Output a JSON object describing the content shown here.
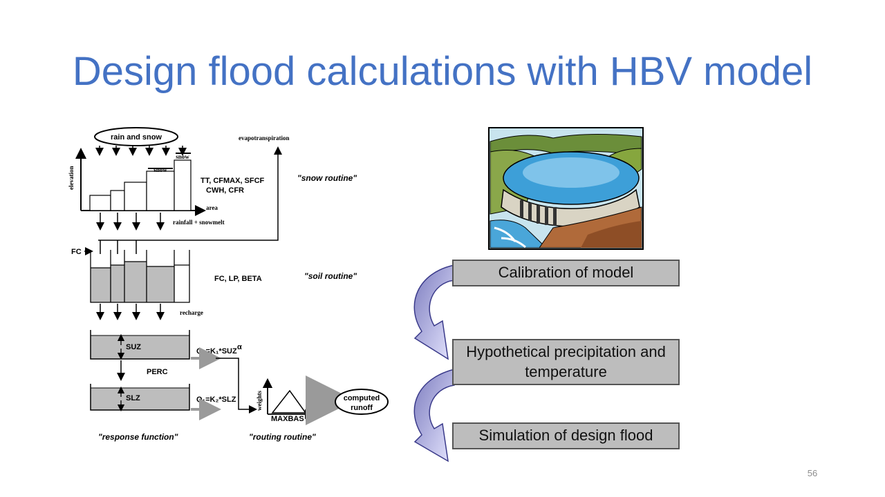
{
  "slide": {
    "title": "Design flood calculations with HBV model",
    "page_number": "56"
  },
  "hbv_diagram": {
    "input_label": "rain and snow",
    "evapotranspiration": "evapotranspiration",
    "snow_label_1": "snow",
    "snow_label_2": "snow",
    "elevation_axis": "elevation",
    "area_axis": "area",
    "snow_params_line1": "TT, CFMAX, SFCF",
    "snow_params_line2": "CWH, CFR",
    "snow_routine": "\"snow routine\"",
    "rainfall_snowmelt": "rainfall + snowmelt",
    "fc_label": "FC",
    "soil_params": "FC, LP, BETA",
    "soil_routine": "\"soil routine\"",
    "recharge": "recharge",
    "suz": "SUZ",
    "q0_eq": "Q₀=K₁*SUZ",
    "alpha": "α",
    "perc": "PERC",
    "slz": "SLZ",
    "q1_eq": "Q₁=K₂*SLZ",
    "weights_axis": "weights",
    "maxbas": "MAXBAS",
    "computed": "computed",
    "runoff": "runoff",
    "response_function": "\"response function\"",
    "routing_routine": "\"routing routine\""
  },
  "workflow": {
    "steps": [
      {
        "label": "Calibration of model"
      },
      {
        "label": "Hypothetical precipitation and temperature"
      },
      {
        "label": "Simulation of design flood"
      }
    ]
  },
  "colors": {
    "title": "#4472c4",
    "step_fill": "#bdbdbd",
    "arrow_fill": "#c9c9f2",
    "storage_fill": "#bdbdbd"
  },
  "icons": [
    "dam-reservoir-icon",
    "curved-arrow-icon"
  ]
}
